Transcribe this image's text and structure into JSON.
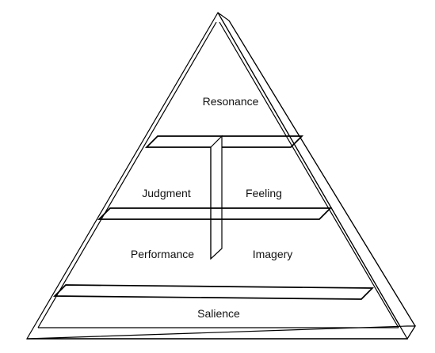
{
  "diagram": {
    "levels": {
      "top": "Resonance",
      "upper_left": "Judgment",
      "upper_right": "Feeling",
      "lower_left": "Performance",
      "lower_right": "Imagery",
      "base": "Salience"
    }
  }
}
